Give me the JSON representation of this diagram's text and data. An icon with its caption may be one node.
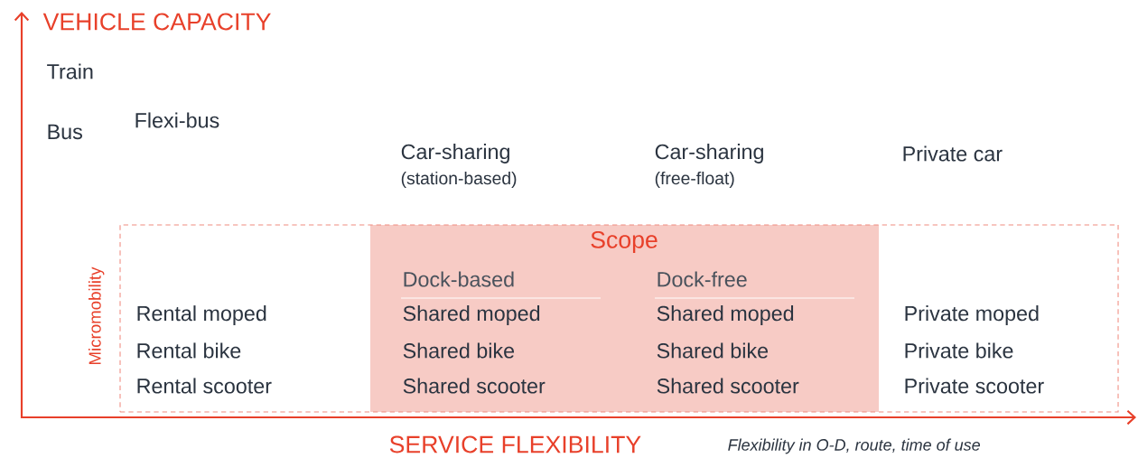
{
  "diagram": {
    "nodes": [
      {
        "text": [
          "Micromobility",
          "Rental moped",
          "Rental bike",
          "Rental scooter",
          "Private moped",
          "Private bike",
          "Private scooter"
        ]
      },
      {
        "text": [
          "Scope",
          "Dock-based",
          "Shared moped",
          "Shared bike",
          "Shared scooter",
          "Dock-free",
          "Shared moped",
          "Shared bike",
          "Shared scooter"
        ],
        "in": 0
      }
    ],
    "labels": [
      "VEHICLE CAPACITY",
      "Train",
      "Bus",
      "Flexi-bus",
      "Car-sharing",
      "(station-based)",
      "Car-sharing",
      "(free-float)",
      "Private car",
      "SERVICE FLEXIBILITY",
      "Flexibility in O-D, route, time of use"
    ]
  }
}
